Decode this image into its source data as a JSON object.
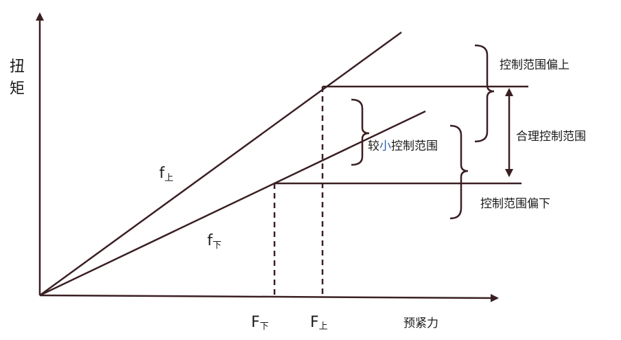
{
  "axes": {
    "y_label_line1": "扭",
    "y_label_line2": "矩",
    "x_label": "预紧力"
  },
  "lines": {
    "upper_f": "f",
    "upper_sub": "上",
    "lower_f": "f",
    "lower_sub": "下"
  },
  "ticks": {
    "lower_F": "F",
    "lower_sub": "下",
    "upper_F": "F",
    "upper_sub": "上"
  },
  "annotations": {
    "high_range": "控制范围偏上",
    "reasonable_range": "合理控制范围",
    "small_range_part1": "较",
    "small_range_part2": "小",
    "small_range_part3": "控制范围",
    "low_range": "控制范围偏下"
  },
  "colors": {
    "line": "#3a1f22",
    "accent": "#c0393f",
    "blue": "#2a5db0"
  }
}
